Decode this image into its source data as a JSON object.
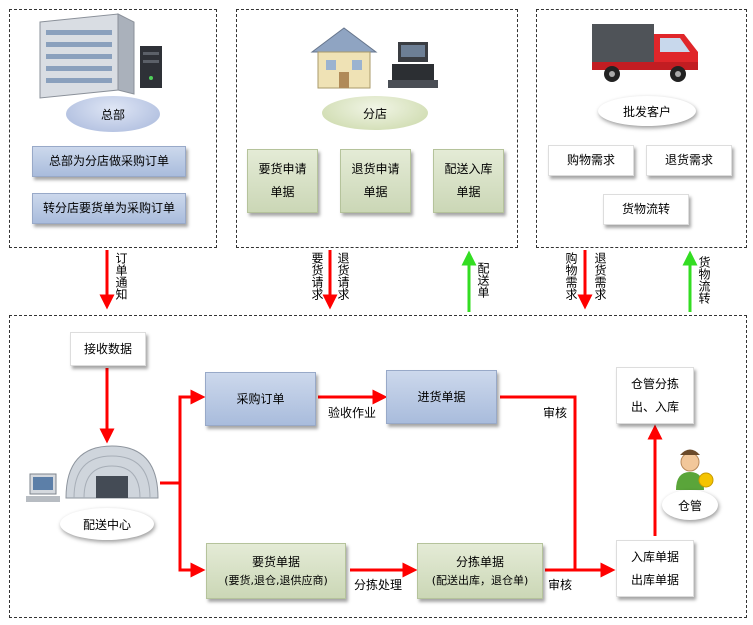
{
  "colors": {
    "arrow_red": "#ff0000",
    "arrow_green": "#33dd22",
    "box_blue": "#b7c7e3",
    "box_green": "#d6e0c3"
  },
  "hq": {
    "label": "总部",
    "items": [
      "总部为分店做采购订单",
      "转分店要货单为采购订单"
    ]
  },
  "branch": {
    "label": "分店",
    "items": [
      {
        "line1": "要货申请",
        "line2": "单据"
      },
      {
        "line1": "退货申请",
        "line2": "单据"
      },
      {
        "line1": "配送入库",
        "line2": "单据"
      }
    ]
  },
  "wholesale": {
    "label": "批发客户",
    "items": [
      "购物需求",
      "退货需求",
      "货物流转"
    ]
  },
  "links": {
    "order_notice": "订单通知",
    "request": "要货请求",
    "return_request": "退货请求",
    "delivery_doc": "配送单",
    "purchase_demand": "购物需求",
    "return_demand": "退货需求",
    "goods_flow": "货物流转"
  },
  "center": {
    "receive": "接收数据",
    "dc_label": "配送中心",
    "purchase_order": "采购订单",
    "inspection": "验收作业",
    "stock_in_doc": "进货单据",
    "audit1": "审核",
    "requisition": {
      "line1": "要货单据",
      "line2": "(要货,退仓,退供应商)"
    },
    "sorting": "分拣处理",
    "sort_doc": {
      "line1": "分拣单据",
      "line2": "(配送出库，退仓单)"
    },
    "audit2": "审核",
    "io_doc": {
      "line1": "入库单据",
      "line2": "出库单据"
    },
    "warehouse_sort": {
      "line1": "仓管分拣",
      "line2": "出、入库"
    },
    "keeper": "仓管"
  }
}
